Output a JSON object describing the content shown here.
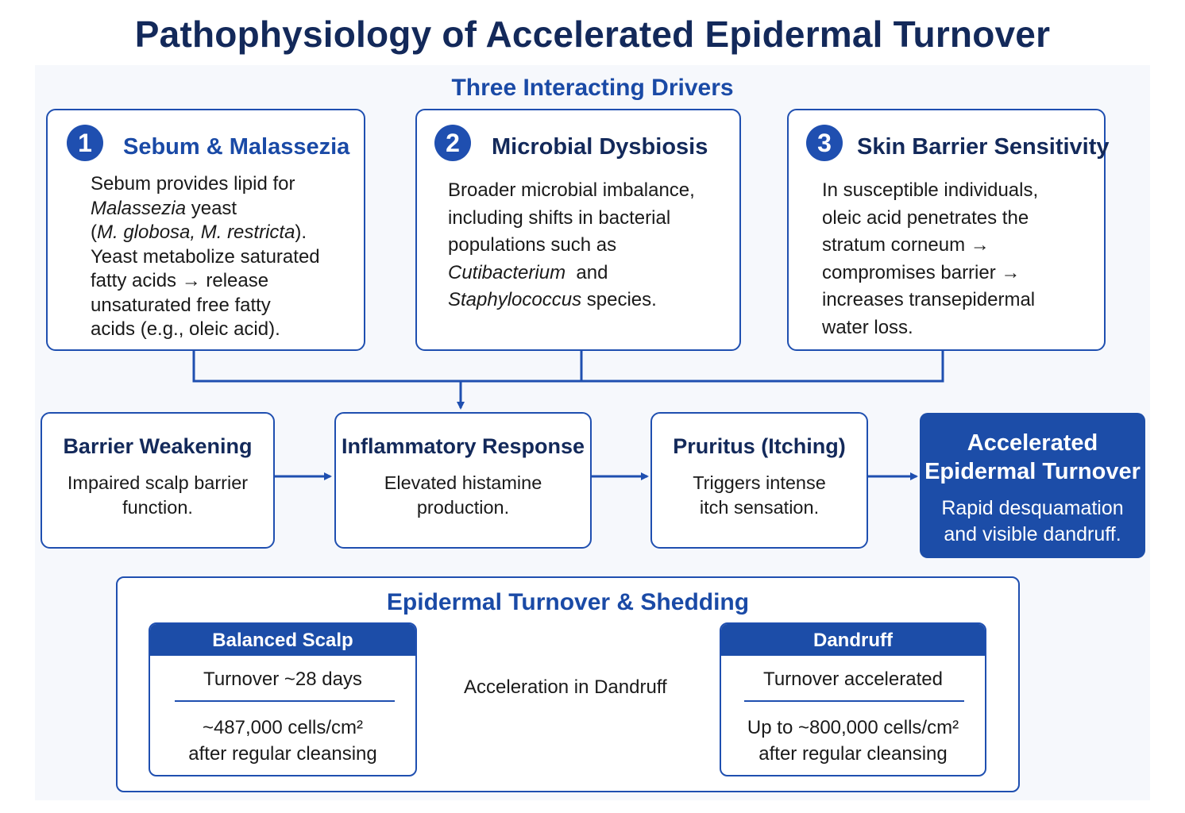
{
  "title": "Pathophysiology of Accelerated Epidermal Turnover",
  "drivers_heading": "Three Interacting Drivers",
  "drivers": [
    {
      "number": "1",
      "title": "Sebum & Malassezia",
      "text_parts": {
        "p1": "Sebum provides lipid for",
        "p2_italic": "Malassezia",
        "p2_rest": " yeast",
        "p3_open": "(",
        "p3_italic": "M. globosa, M. restricta",
        "p3_close": ").",
        "p4": "Yeast metabolize saturated",
        "p5": "fatty acids → release",
        "p6": "unsaturated free fatty",
        "p7": "acids (e.g., oleic acid)."
      }
    },
    {
      "number": "2",
      "title": "Microbial Dysbiosis",
      "text_parts": {
        "p1": "Broader microbial imbalance,",
        "p2": "including shifts in bacterial",
        "p3": "populations such as",
        "p4_italic": "Cutibacterium",
        "p4_rest": "  and",
        "p5_italic": "Staphylococcus",
        "p5_rest": " species."
      }
    },
    {
      "number": "3",
      "title": "Skin Barrier Sensitivity",
      "text_parts": {
        "p1": "In susceptible individuals,",
        "p2": "oleic acid penetrates the",
        "p3": "stratum corneum →",
        "p4": "compromises barrier →",
        "p5": "increases transepidermal",
        "p6": "water loss."
      }
    }
  ],
  "flow": [
    {
      "title": "Barrier Weakening",
      "line1": "Impaired scalp barrier",
      "line2": "function."
    },
    {
      "title": "Inflammatory Response",
      "line1": "Elevated histamine",
      "line2": "production."
    },
    {
      "title": "Pruritus (Itching)",
      "line1": "Triggers intense",
      "line2": "itch sensation."
    },
    {
      "title_line1": "Accelerated",
      "title_line2": "Epidermal Turnover",
      "line1": "Rapid desquamation",
      "line2": "and visible dandruff."
    }
  ],
  "turnover": {
    "heading": "Epidermal Turnover & Shedding",
    "balanced": {
      "header": "Balanced Scalp",
      "line1": "Turnover ~28 days",
      "line2a": "~487,000 cells/cm²",
      "line2b": "after regular cleansing"
    },
    "acceleration_label": "Acceleration in Dandruff",
    "dandruff": {
      "header": "Dandruff",
      "line1": "Turnover accelerated",
      "line2a": "Up to ~800,000 cells/cm²",
      "line2b": "after regular cleansing"
    }
  },
  "colors": {
    "primary": "#1c4da8",
    "title_navy": "#13295a",
    "accent_blue": "#1a4aa6",
    "arrow_light": "#e3ebf6"
  }
}
